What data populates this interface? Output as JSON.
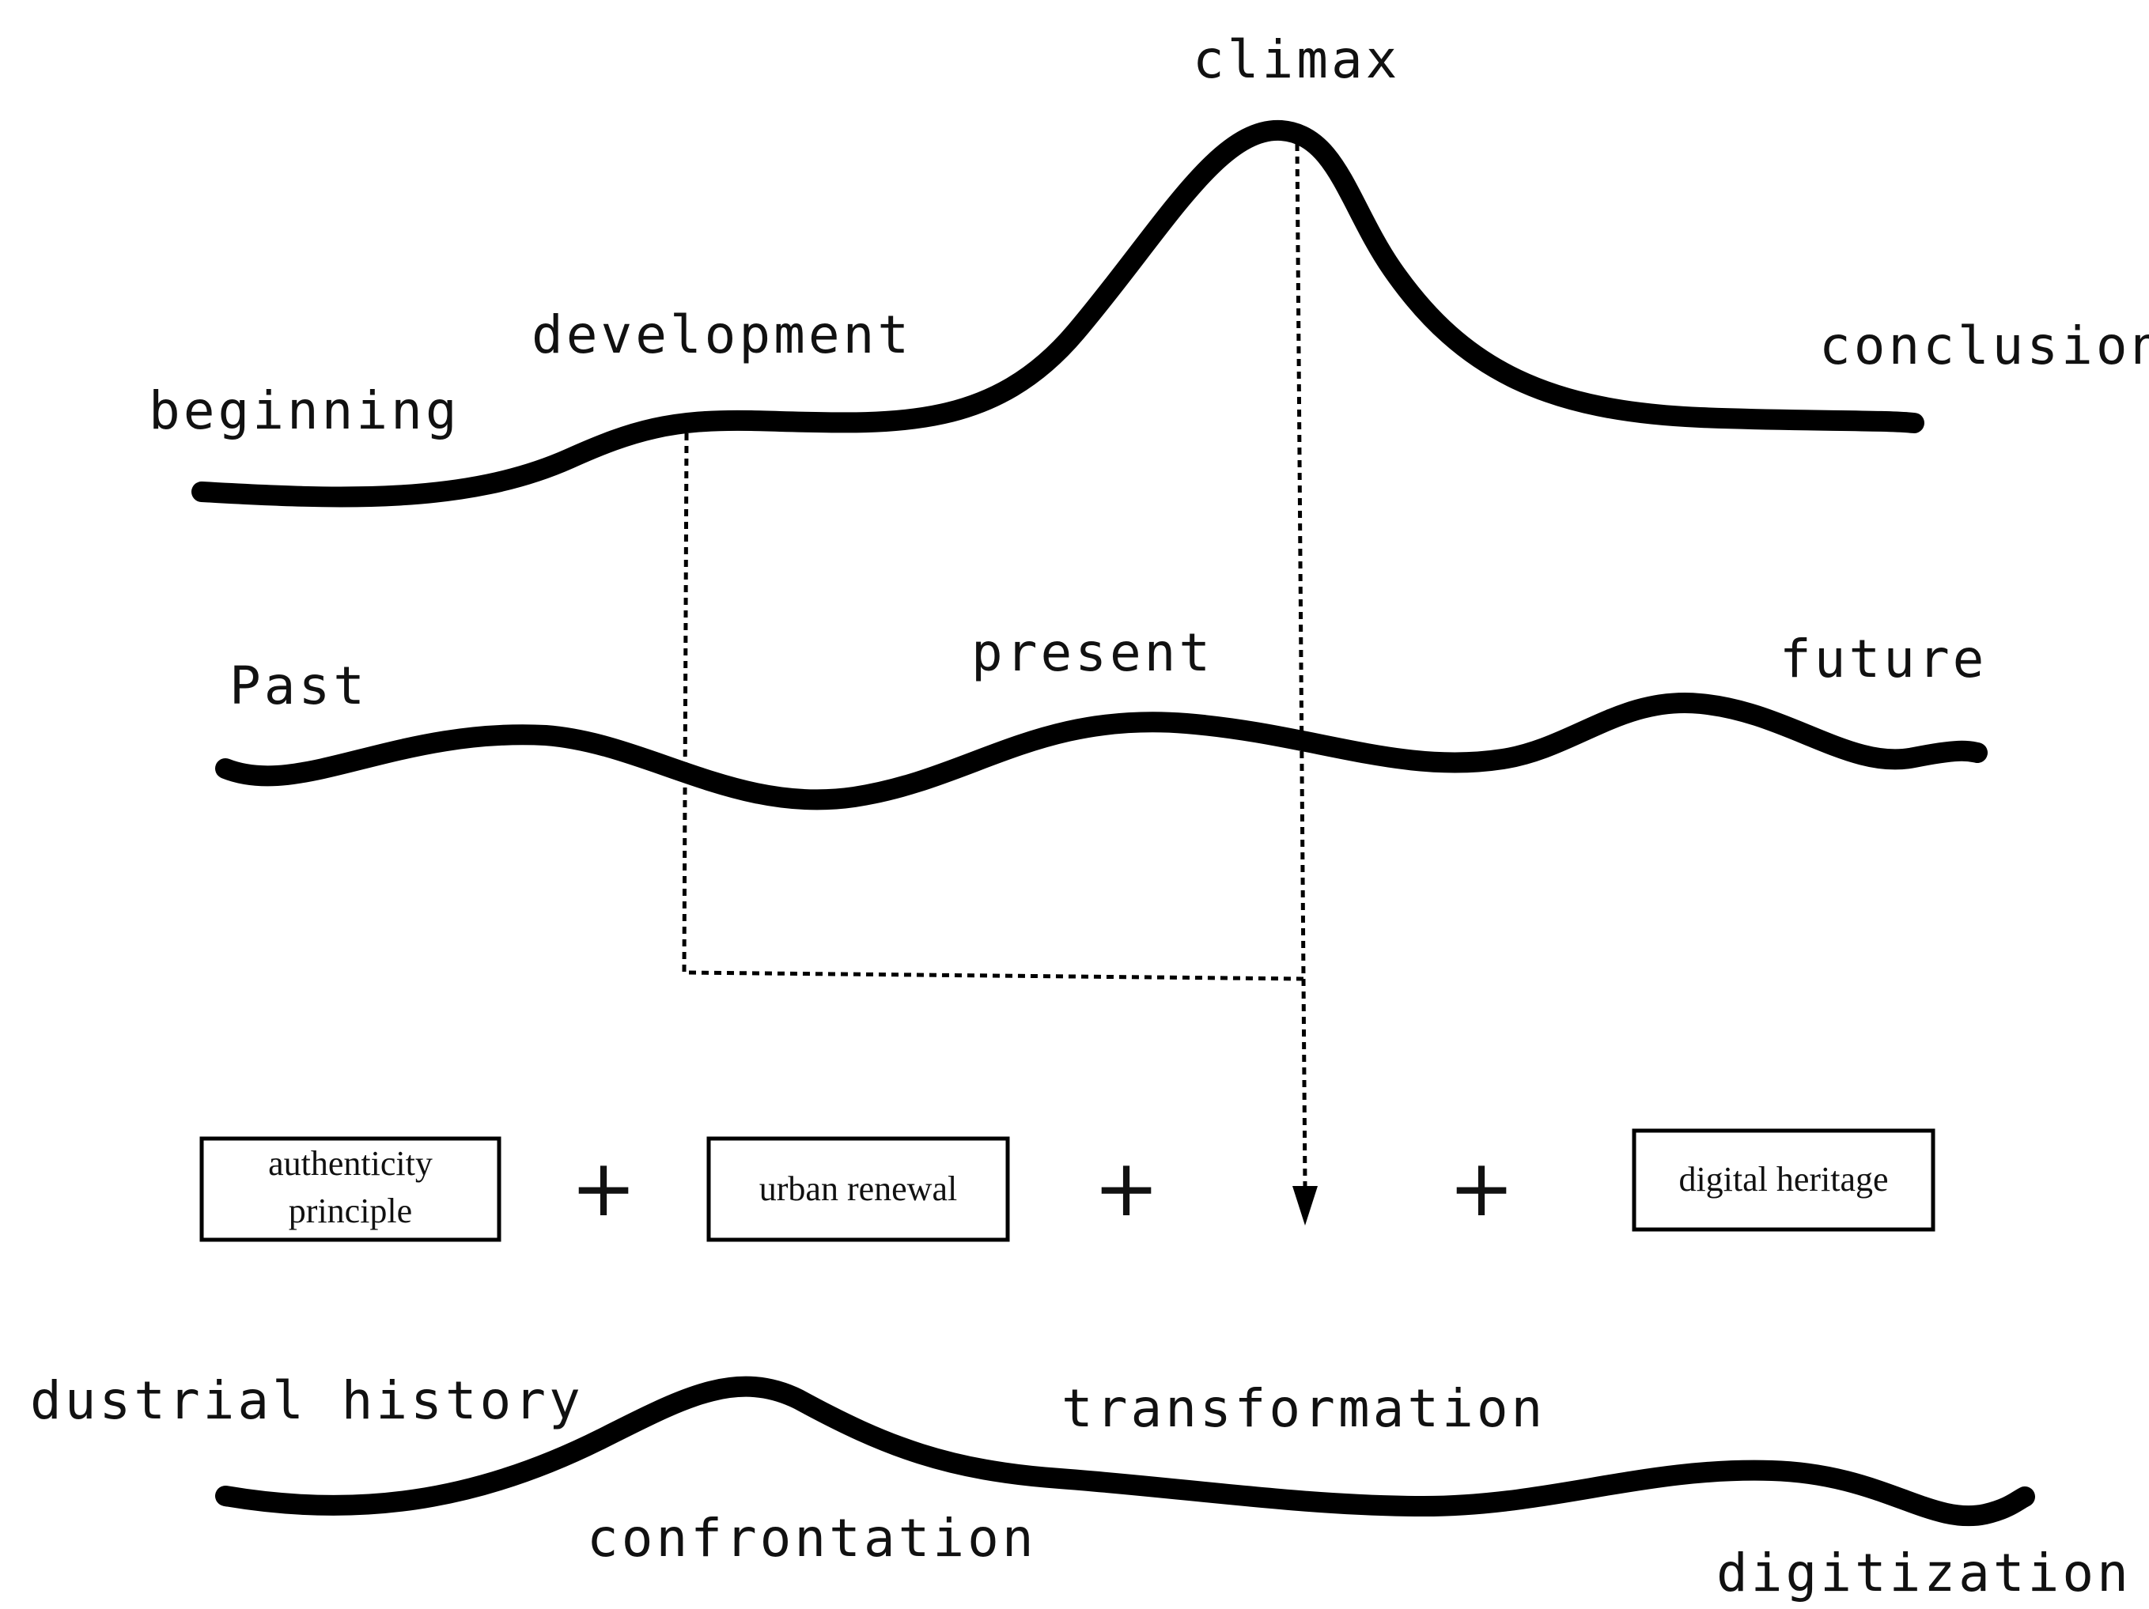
{
  "story_curve": {
    "beginning": "beginning",
    "development": "development",
    "climax": "climax",
    "conclusion": "conclusion"
  },
  "time_curve": {
    "past": "Past",
    "present": "present",
    "future": "future"
  },
  "boxes": {
    "authenticity_line1": "authenticity",
    "authenticity_line2": "principle",
    "urban_renewal": "urban renewal",
    "digital_heritage": "digital heritage"
  },
  "operators": {
    "plus": "+"
  },
  "history_curve": {
    "industrial_history": "dustrial history",
    "confrontation": "confrontation",
    "transformation": "transformation",
    "digitization": "digitization"
  }
}
